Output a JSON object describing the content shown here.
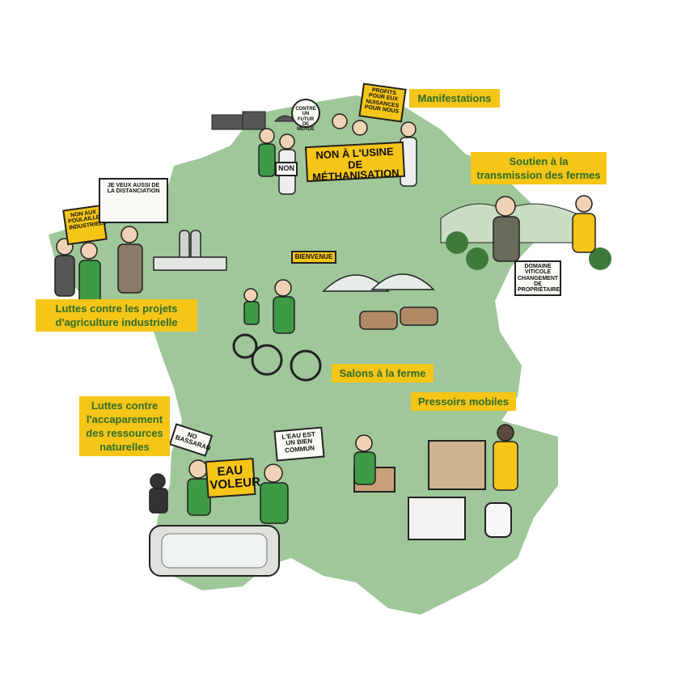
{
  "labels": {
    "manifestations": "Manifestations",
    "transmission": "Soutien à la transmission des fermes",
    "agri_industrielle": "Luttes contre les projets d'agriculture industrielle",
    "salons": "Salons à la ferme",
    "pressoirs": "Pressoirs mobiles",
    "ressources": "Luttes contre l'accaparement des ressources naturelles"
  },
  "signs": {
    "methanisation": "NON À L'USINE DE MÉTHANISATION",
    "profits": "PROFITS POUR EUX NUISANCES POUR NOUS",
    "contre_futur": "CONTRE UN FUTUR DE MERDE",
    "non": "NON",
    "poulaillers": "NON AUX POULAILLERS INDUSTRIELS",
    "distanciation": "JE VEUX AUSSI DE LA DISTANCIATION",
    "bienvenue": "BIENVENUE",
    "domaine": "DOMAINE VITICOLE CHANGEMENT DE PROPRIÉTAIRE",
    "no_bassaran": "NO BASSARAN",
    "eau_voleur": "EAU VOLEUR",
    "eau_bien_commun": "L'EAU EST UN BIEN COMMUN"
  },
  "colors": {
    "map_fill": "#9fc79a",
    "label_bg": "#f5c518",
    "label_text": "#2d6e2a",
    "jacket_green": "#3f9a45",
    "ink": "#222222"
  }
}
